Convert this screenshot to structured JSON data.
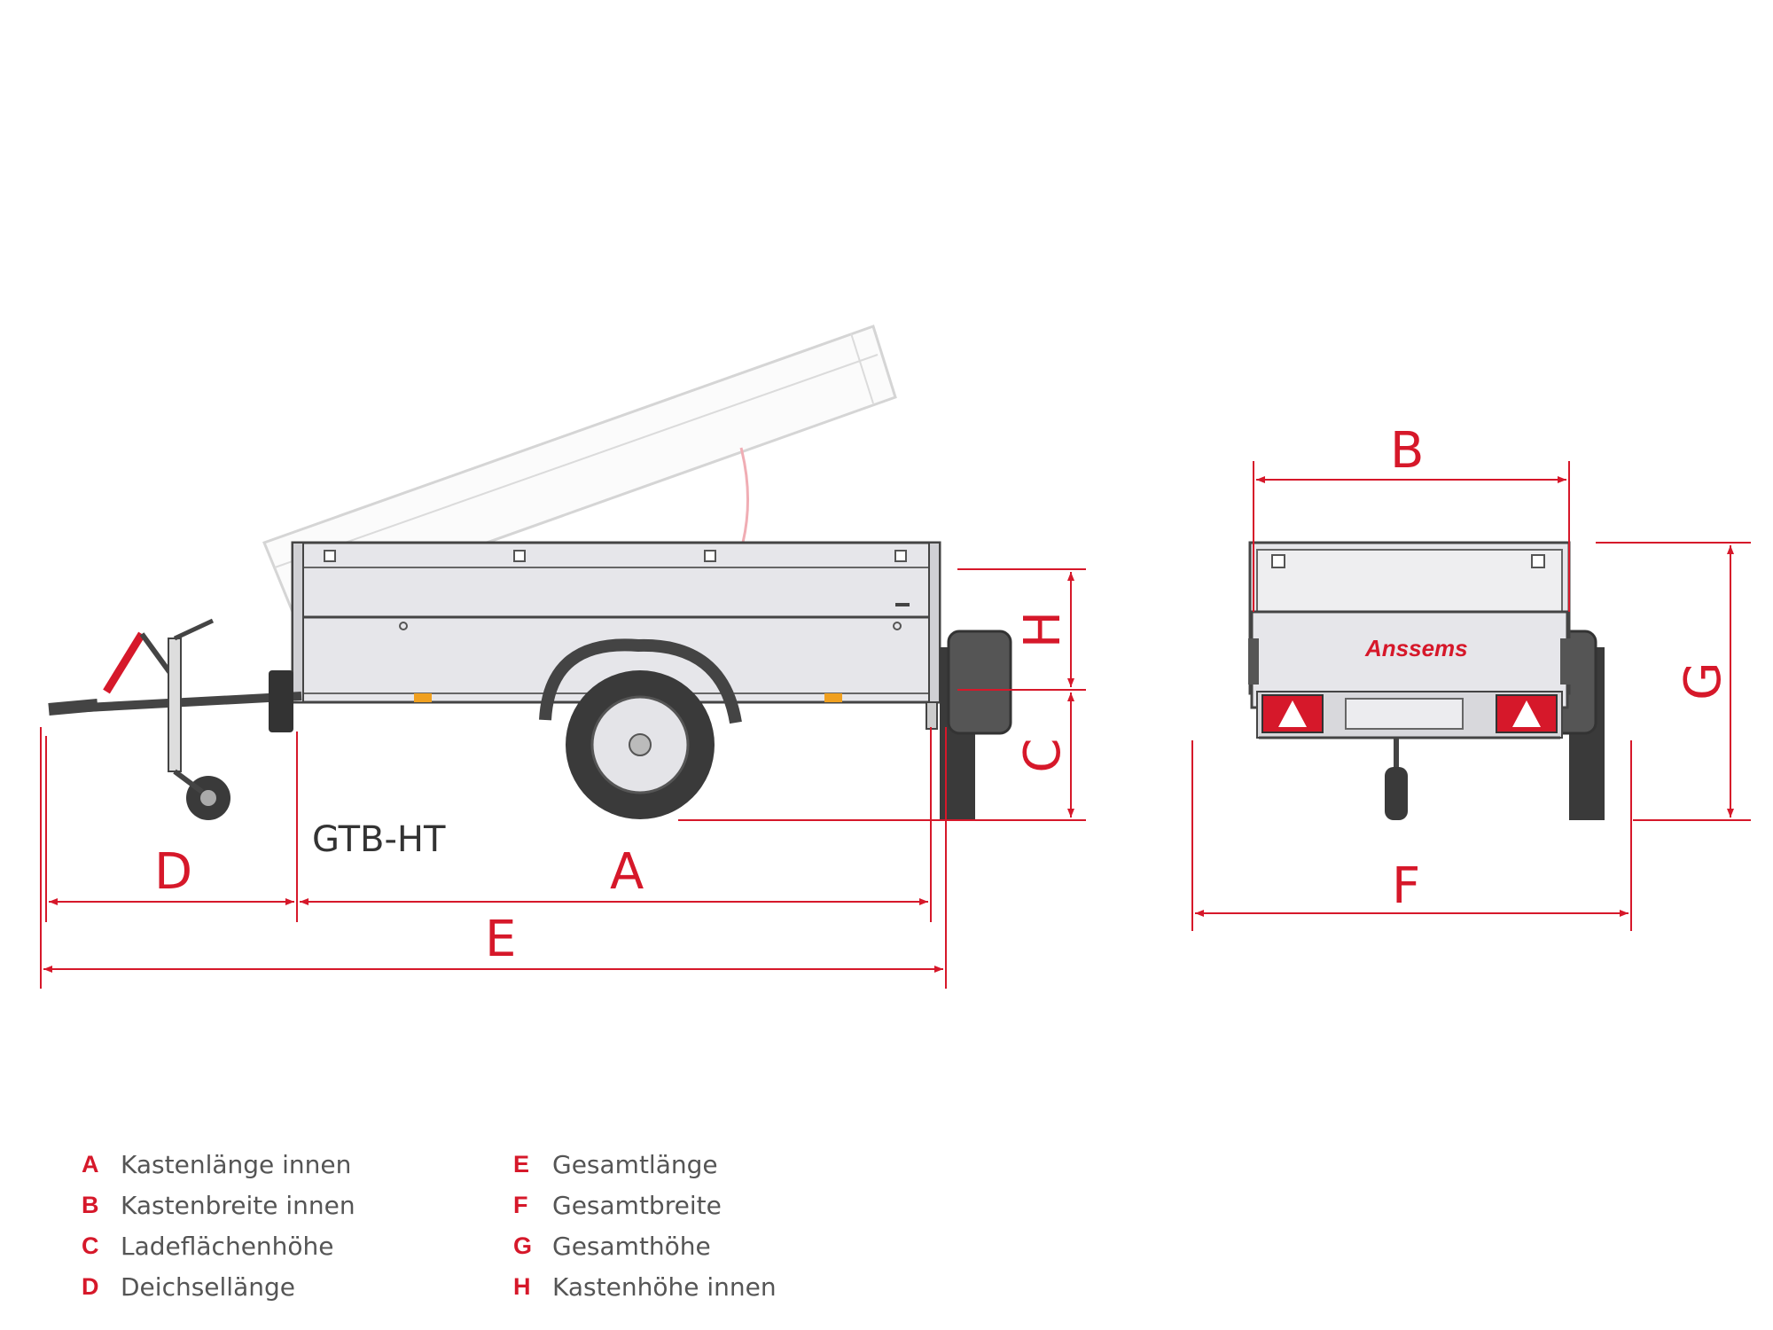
{
  "model_label": "GTB-HT",
  "brand_label": "Anssems",
  "dimension_letters": {
    "A": "A",
    "B": "B",
    "C": "C",
    "D": "D",
    "E": "E",
    "F": "F",
    "G": "G",
    "H": "H"
  },
  "legend": {
    "left": [
      {
        "letter": "A",
        "text": "Kastenlänge innen"
      },
      {
        "letter": "B",
        "text": "Kastenbreite innen"
      },
      {
        "letter": "C",
        "text": "Ladeflächenhöhe"
      },
      {
        "letter": "D",
        "text": "Deichsellänge"
      }
    ],
    "right": [
      {
        "letter": "E",
        "text": "Gesamtlänge"
      },
      {
        "letter": "F",
        "text": "Gesamtbreite"
      },
      {
        "letter": "G",
        "text": "Gesamthöhe"
      },
      {
        "letter": "H",
        "text": "Kastenhöhe innen"
      }
    ]
  },
  "colors": {
    "accent": "#d6182a",
    "outline": "#444444",
    "panel": "#e6e6ea",
    "tire": "#3a3a3a"
  }
}
